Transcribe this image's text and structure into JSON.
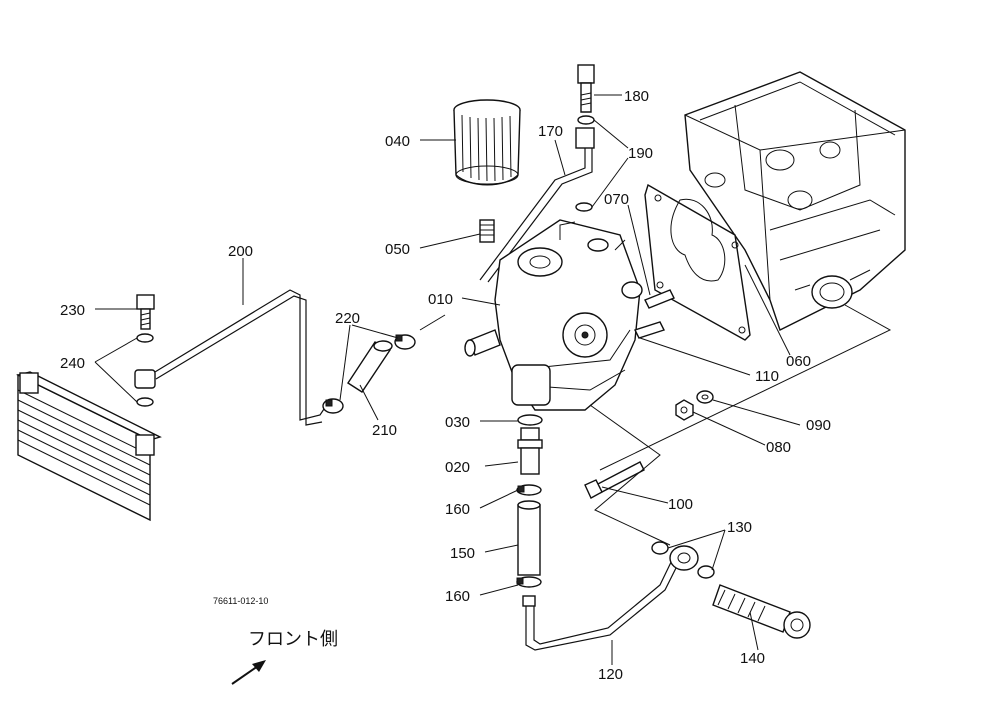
{
  "diagram": {
    "labels": [
      {
        "id": "040",
        "text": "040"
      },
      {
        "id": "050",
        "text": "050"
      },
      {
        "id": "170",
        "text": "170"
      },
      {
        "id": "180",
        "text": "180"
      },
      {
        "id": "190",
        "text": "190"
      },
      {
        "id": "070",
        "text": "070"
      },
      {
        "id": "200",
        "text": "200"
      },
      {
        "id": "230",
        "text": "230"
      },
      {
        "id": "240",
        "text": "240"
      },
      {
        "id": "220",
        "text": "220"
      },
      {
        "id": "210",
        "text": "210"
      },
      {
        "id": "010",
        "text": "010"
      },
      {
        "id": "030",
        "text": "030"
      },
      {
        "id": "020",
        "text": "020"
      },
      {
        "id": "160a",
        "text": "160"
      },
      {
        "id": "150",
        "text": "150"
      },
      {
        "id": "160b",
        "text": "160"
      },
      {
        "id": "110",
        "text": "110"
      },
      {
        "id": "060",
        "text": "060"
      },
      {
        "id": "090",
        "text": "090"
      },
      {
        "id": "080",
        "text": "080"
      },
      {
        "id": "100",
        "text": "100"
      },
      {
        "id": "130",
        "text": "130"
      },
      {
        "id": "140",
        "text": "140"
      },
      {
        "id": "120",
        "text": "120"
      }
    ],
    "drawing_number": "76611-012-10",
    "front_side_label": "フロント側"
  }
}
